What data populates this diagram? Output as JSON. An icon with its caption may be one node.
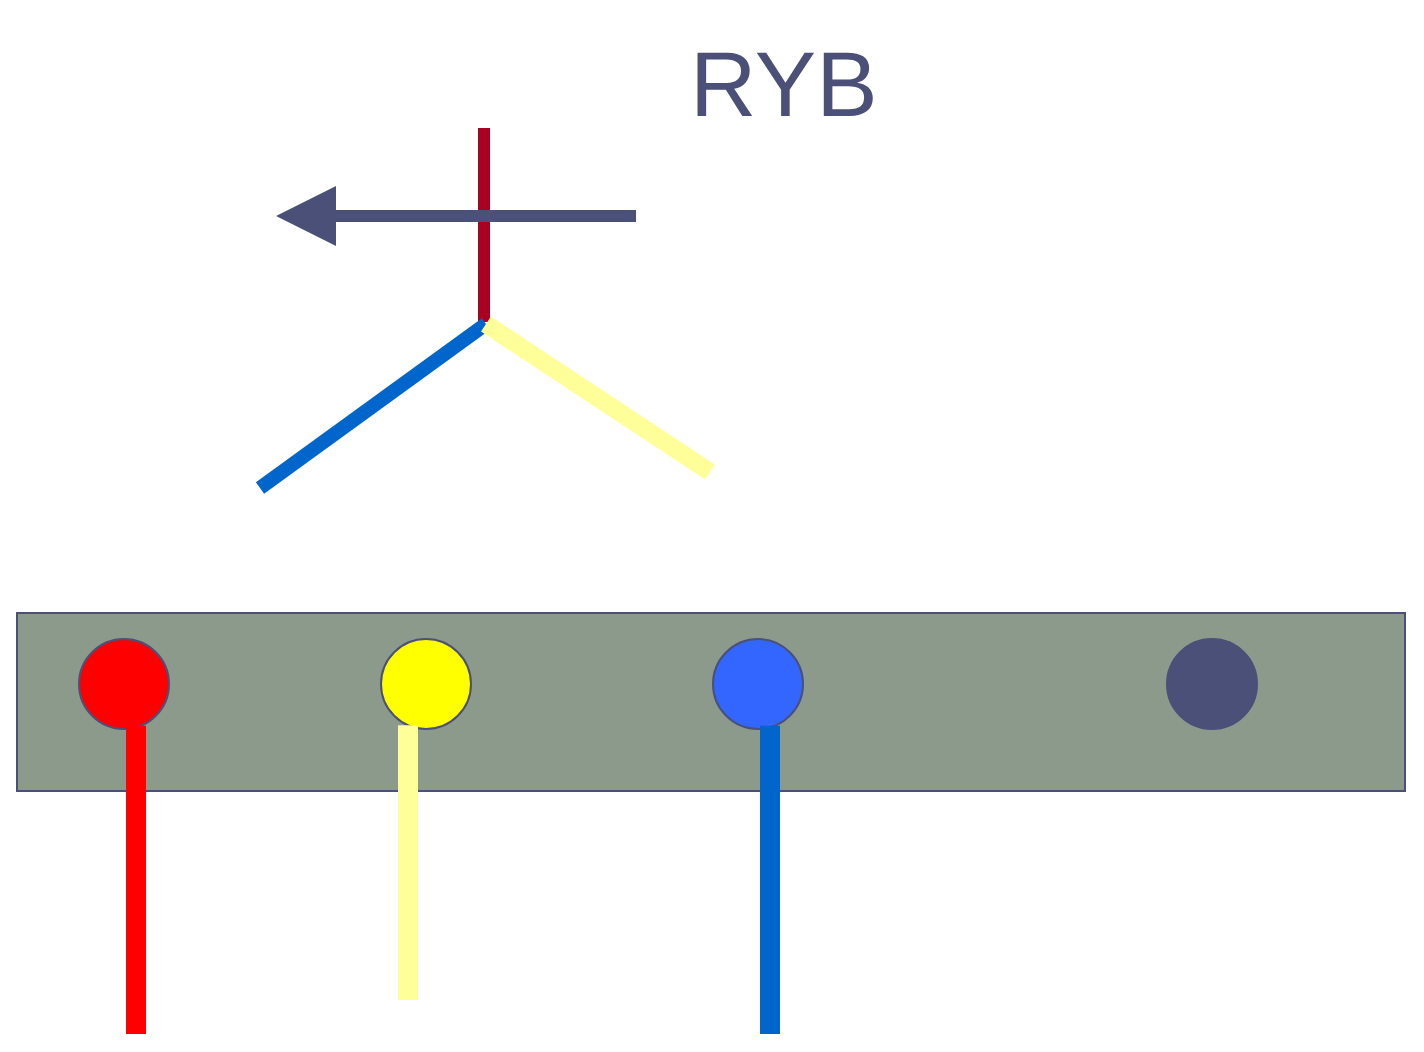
{
  "diagram": {
    "title": "RYB",
    "nodes": [
      {
        "text": [],
        "shape": "bar"
      },
      {
        "text": [],
        "shape": "circle",
        "in": 0
      },
      {
        "text": [],
        "shape": "circle",
        "in": 0
      },
      {
        "text": [],
        "shape": "circle",
        "in": 0
      },
      {
        "text": [],
        "shape": "circle",
        "in": 0
      }
    ],
    "edges": [
      {
        "from": 1,
        "to": null,
        "arrow": "none",
        "color": "#ff0000"
      },
      {
        "from": 2,
        "to": null,
        "arrow": "none",
        "color": "#ffff99"
      },
      {
        "from": 3,
        "to": null,
        "arrow": "none",
        "color": "#0066cc"
      }
    ]
  }
}
